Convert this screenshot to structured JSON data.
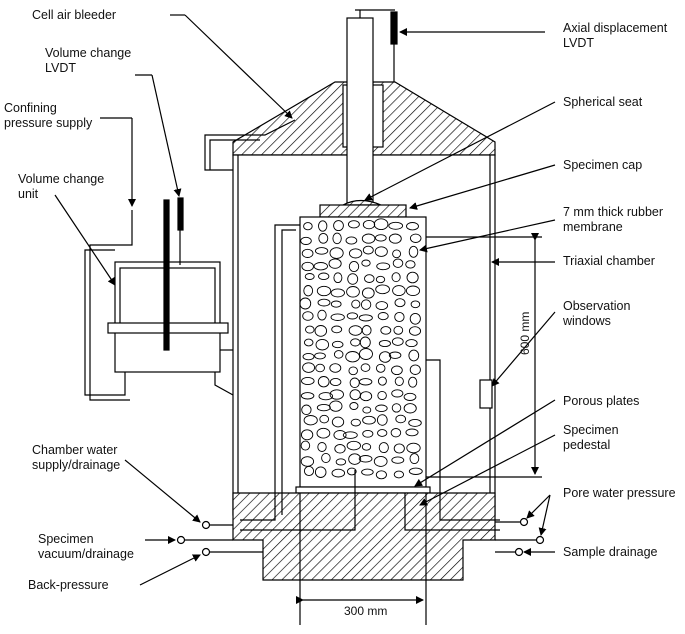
{
  "labels": {
    "cell_air_bleeder": "Cell air bleeder",
    "volume_change_lvdt": "Volume change\nLVDT",
    "confining_pressure_supply": "Confining\npressure supply",
    "volume_change_unit": "Volume change\nunit",
    "axial_displacement_lvdt": "Axial displacement\nLVDT",
    "spherical_seat": "Spherical seat",
    "specimen_cap": "Specimen cap",
    "rubber_membrane": "7 mm thick rubber\nmembrane",
    "triaxial_chamber": "Triaxial chamber",
    "observation_windows": "Observation\nwindows",
    "porous_plates": "Porous plates",
    "specimen_pedestal": "Specimen\npedestal",
    "chamber_water": "Chamber water\nsupply/drainage",
    "pore_water_pressure": "Pore water pressure",
    "specimen_vacuum": "Specimen\nvacuum/drainage",
    "sample_drainage": "Sample drainage",
    "back_pressure": "Back-pressure"
  },
  "dimensions": {
    "height": "600 mm",
    "width": "300 mm"
  }
}
